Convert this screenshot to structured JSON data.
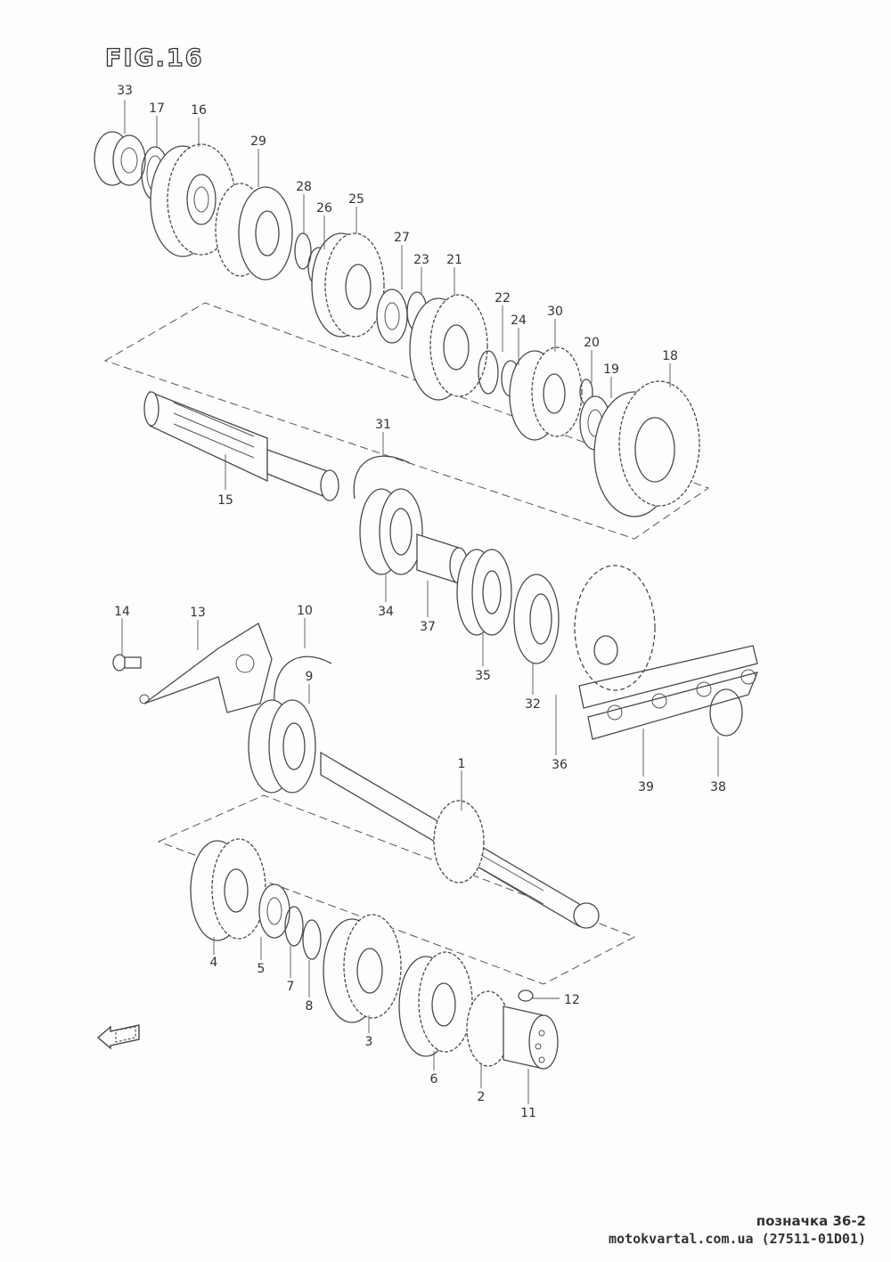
{
  "figure": {
    "title": "FIG.16"
  },
  "front_indicator": {
    "icon": "front-arrow-icon"
  },
  "callouts": {
    "c1": "1",
    "c2": "2",
    "c3": "3",
    "c4": "4",
    "c5": "5",
    "c6": "6",
    "c7": "7",
    "c8": "8",
    "c9": "9",
    "c10": "10",
    "c11": "11",
    "c12": "12",
    "c13": "13",
    "c14": "14",
    "c15": "15",
    "c16": "16",
    "c17": "17",
    "c18": "18",
    "c19": "19",
    "c20": "20",
    "c21": "21",
    "c22": "22",
    "c23": "23",
    "c24": "24",
    "c25": "25",
    "c26": "26",
    "c27": "27",
    "c28": "28",
    "c29": "29",
    "c30": "30",
    "c31": "31",
    "c32": "32",
    "c33": "33",
    "c34": "34",
    "c35": "35",
    "c36": "36",
    "c37": "37",
    "c38": "38",
    "c39": "39"
  },
  "footer": {
    "reference": "позначка 36-2",
    "site": "motokvartal.com.ua (27511-01D01)"
  }
}
